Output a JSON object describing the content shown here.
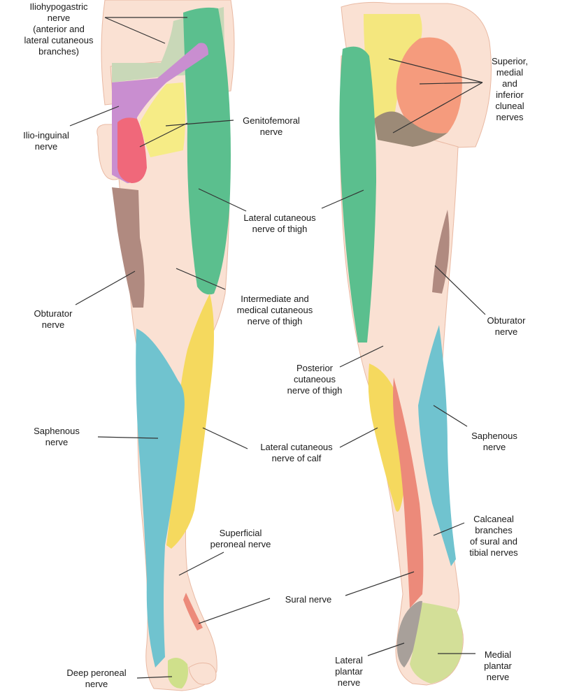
{
  "colors": {
    "background": "#ffffff",
    "skin": "#fae1d3",
    "skin_outline": "#e9b9a3",
    "iliohypogastric": "#c9d8b8",
    "ilioinguinal": "#c98ed0",
    "genitofemoral": "#f0687a",
    "femoral_yellow": "#f6ec86",
    "lateral_cutaneous_thigh": "#5bbf8e",
    "obturator": "#b08a80",
    "saphenous": "#70c3cf",
    "lateral_cutaneous_calf": "#f5d95e",
    "sural": "#ec8a7a",
    "cluneal_superior": "#f4e77e",
    "cluneal_medial": "#f59b7d",
    "cluneal_inferior": "#9c8a77",
    "plantar_medial": "#d3df98",
    "plantar_lateral": "#a8a09a",
    "deep_peroneal": "#cfe08b",
    "leader_line": "#333333"
  },
  "labels": [
    {
      "key": "iliohypogastric",
      "text": "Iliohypogastric\nnerve\n(anterior and\nlateral cutaneous\nbranches)"
    },
    {
      "key": "ilioinguinal",
      "text": "Ilio-inguinal\nnerve"
    },
    {
      "key": "obturator_front",
      "text": "Obturator\nnerve"
    },
    {
      "key": "saphenous_front",
      "text": "Saphenous\nnerve"
    },
    {
      "key": "deep_peroneal",
      "text": "Deep peroneal\nnerve"
    },
    {
      "key": "genitofemoral",
      "text": "Genitofemoral\nnerve"
    },
    {
      "key": "lateral_cut_thigh",
      "text": "Lateral cutaneous\nnerve of thigh"
    },
    {
      "key": "intermediate_medial",
      "text": "Intermediate and\nmedical cutaneous\nnerve of thigh"
    },
    {
      "key": "posterior_cut_thigh",
      "text": "Posterior\ncutaneous\nnerve of thigh"
    },
    {
      "key": "lateral_cut_calf",
      "text": "Lateral cutaneous\nnerve of calf"
    },
    {
      "key": "superficial_peroneal",
      "text": "Superficial\nperoneal nerve"
    },
    {
      "key": "sural",
      "text": "Sural nerve"
    },
    {
      "key": "lateral_plantar",
      "text": "Lateral\nplantar\nnerve"
    },
    {
      "key": "cluneal",
      "text": "Superior,\nmedial\nand\ninferior\ncluneal\nnerves"
    },
    {
      "key": "obturator_back",
      "text": "Obturator\nnerve"
    },
    {
      "key": "saphenous_back",
      "text": "Saphenous\nnerve"
    },
    {
      "key": "calcaneal",
      "text": "Calcaneal\nbranches\nof sural and\ntibial nerves"
    },
    {
      "key": "medial_plantar",
      "text": "Medial\nplantar\nnerve"
    }
  ]
}
